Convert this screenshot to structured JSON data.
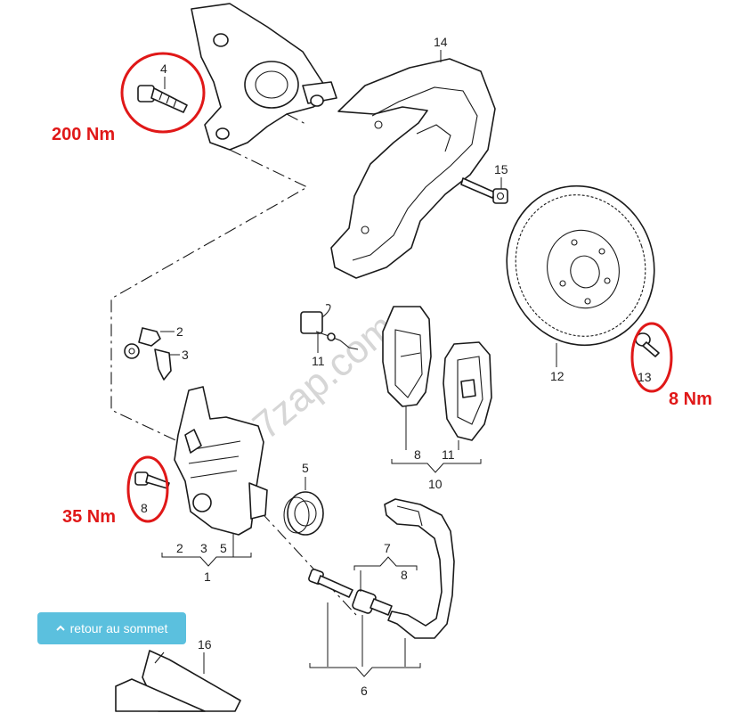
{
  "watermark": "7zap.com",
  "button": {
    "label": "retour au sommet",
    "icon": "chevron-up-icon"
  },
  "colors": {
    "torque": "#e01818",
    "button": "#5bc0de"
  },
  "torques": {
    "bolt_4": "200 Nm",
    "screw_13": "8 Nm",
    "bolt_8": "35 Nm"
  },
  "labels": {
    "n14": "14",
    "n4": "4",
    "n15": "15",
    "n12": "12",
    "n13": "13",
    "n2": "2",
    "n3": "3",
    "n11a": "11",
    "n11b": "11",
    "n8a": "8",
    "n10": "10",
    "n5": "5",
    "n8b": "8",
    "g2": "2",
    "g3": "3",
    "g5": "5",
    "n1": "1",
    "n7": "7",
    "n8c": "8",
    "n6": "6",
    "n16": "16"
  }
}
